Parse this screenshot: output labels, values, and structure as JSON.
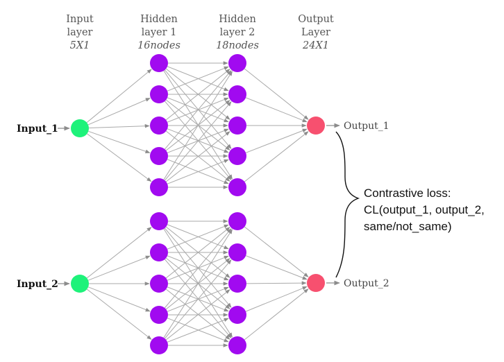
{
  "layers": [
    {
      "title_lines": [
        "Input",
        "layer"
      ],
      "dims_text": "5X1"
    },
    {
      "title_lines": [
        "Hidden",
        "layer 1"
      ],
      "dims_text": "16nodes"
    },
    {
      "title_lines": [
        "Hidden",
        "layer 2"
      ],
      "dims_text": "18nodes"
    },
    {
      "title_lines": [
        "Output",
        "Layer"
      ],
      "dims_text": "24X1"
    }
  ],
  "inputs": [
    "Input_1",
    "Input_2"
  ],
  "outputs": [
    "Output_1",
    "Output_2"
  ],
  "loss_lines": [
    "Contrastive loss:",
    "CL(output_1, output_2,",
    "same/not_same)"
  ],
  "colors": {
    "input_node": "#1ef27a",
    "hidden_node": "#a10af0",
    "output_node": "#f7506f",
    "edge": "#a9a9a9"
  },
  "networks": [
    {
      "hidden_layer_1_nodes_drawn": 5,
      "hidden_layer_2_nodes_drawn": 5
    },
    {
      "hidden_layer_1_nodes_drawn": 5,
      "hidden_layer_2_nodes_drawn": 5
    }
  ]
}
